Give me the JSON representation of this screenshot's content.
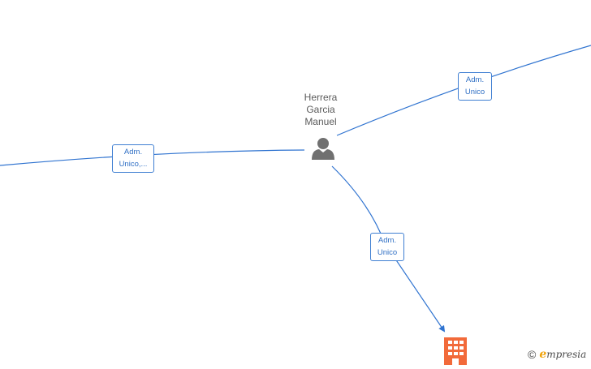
{
  "colors": {
    "edge": "#2f73d0",
    "label_border": "#3f7fd2",
    "label_text": "#2f6fc4",
    "person_icon": "#707070",
    "company_icon": "#f26a3a",
    "node_text": "#5b5b5b"
  },
  "person": {
    "name_lines": [
      "Herrera",
      "Garcia",
      "Manuel"
    ],
    "icon": "person-icon"
  },
  "company": {
    "icon": "building-icon"
  },
  "edges": [
    {
      "id": "left",
      "label_lines": [
        "Adm.",
        "Unico,..."
      ]
    },
    {
      "id": "top-right",
      "label_lines": [
        "Adm.",
        "Unico"
      ]
    },
    {
      "id": "bottom",
      "label_lines": [
        "Adm.",
        "Unico"
      ]
    }
  ],
  "watermark": {
    "copyright_symbol": "©",
    "brand_initial": "e",
    "brand_rest": "mpresia"
  }
}
